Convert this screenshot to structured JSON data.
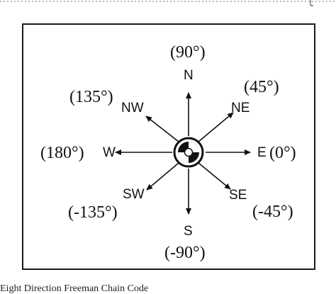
{
  "compass": {
    "directions": [
      {
        "label": "N",
        "degrees": "(90°)"
      },
      {
        "label": "NE",
        "degrees": "(45°)"
      },
      {
        "label": "E",
        "degrees": "(0°)"
      },
      {
        "label": "SE",
        "degrees": "(-45°)"
      },
      {
        "label": "S",
        "degrees": "(-90°)"
      },
      {
        "label": "SW",
        "degrees": "(-135°)"
      },
      {
        "label": "W",
        "degrees": "(180°)"
      },
      {
        "label": "NW",
        "degrees": "(135°)"
      }
    ]
  },
  "caption": "Eight Direction Freeman Chain Code",
  "colors": {
    "ink": "#111111",
    "frame": "#1a1a1a",
    "background": "#ffffff"
  }
}
